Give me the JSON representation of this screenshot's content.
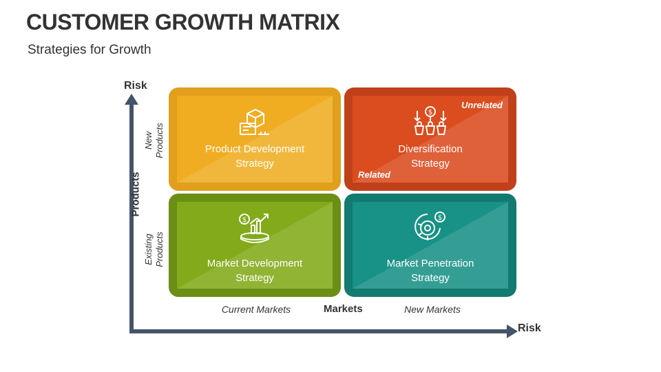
{
  "title": "CUSTOMER GROWTH MATRIX",
  "subtitle": "Strategies for Growth",
  "axes": {
    "y_label": "Risk",
    "x_label": "Risk",
    "y_title": "Products",
    "x_title": "Markets",
    "y_ticks": {
      "top": [
        "New",
        "Products"
      ],
      "bottom": [
        "Existing",
        "Products"
      ]
    },
    "x_ticks": {
      "left": "Current Markets",
      "right": "New Markets"
    },
    "color": "#44546a"
  },
  "quadrants": {
    "top_left": {
      "label": [
        "Product Development",
        "Strategy"
      ],
      "icon": "box-blueprint-icon",
      "outer": "#e09f1c",
      "inner": "#f0ad22"
    },
    "top_right": {
      "label": [
        "Diversification",
        "Strategy"
      ],
      "icon": "money-baskets-icon",
      "outer": "#c0401a",
      "inner": "#db4c1e",
      "note_top": "Unrelated",
      "note_bottom": "Related"
    },
    "bottom_left": {
      "label": [
        "Market Development",
        "Strategy"
      ],
      "icon": "growth-chart-icon",
      "outer": "#6a8f14",
      "inner": "#82aa1a"
    },
    "bottom_right": {
      "label": [
        "Market Penetration",
        "Strategy"
      ],
      "icon": "dollar-target-icon",
      "outer": "#127a70",
      "inner": "#189186"
    }
  }
}
